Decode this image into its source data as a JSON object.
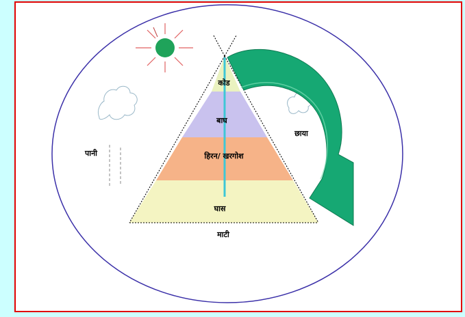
{
  "labels": {
    "peak": "कोड",
    "tiger": "बाघ",
    "deer_rabbit": "हिरन/ खरगोश",
    "grass": "घास",
    "soil": "माटी",
    "water": "पानी",
    "shade": "छाया"
  },
  "colors": {
    "background": "#ccffff",
    "frame_border": "#e00000",
    "ellipse_stroke": "#3a2fa8",
    "sun": "#1fa35a",
    "arrow": "#16a873",
    "tier_peak": "#eaf2c0",
    "tier_tiger": "#c9c2ee",
    "tier_deer": "#f6b388",
    "tier_grass": "#f4f4c2",
    "vertical_line": "#3ec7d6"
  }
}
